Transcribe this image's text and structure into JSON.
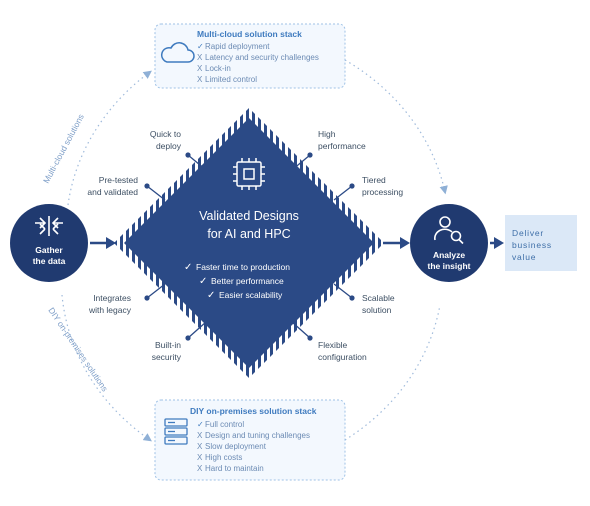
{
  "top_box": {
    "title": "Multi-cloud solution stack",
    "items": [
      {
        "mark": "✓",
        "text": "Rapid deployment"
      },
      {
        "mark": "X",
        "text": "Latency and security challenges"
      },
      {
        "mark": "X",
        "text": "Lock-in"
      },
      {
        "mark": "X",
        "text": "Limited control"
      }
    ],
    "icon": "cloud-icon"
  },
  "bottom_box": {
    "title": "DIY on-premises solution stack",
    "items": [
      {
        "mark": "✓",
        "text": "Full control"
      },
      {
        "mark": "X",
        "text": "Design and tuning challenges"
      },
      {
        "mark": "X",
        "text": "Slow deployment"
      },
      {
        "mark": "X",
        "text": "High costs"
      },
      {
        "mark": "X",
        "text": "Hard to maintain"
      }
    ],
    "icon": "server-stack-icon"
  },
  "left_node": {
    "line1": "Gather",
    "line2": "the data",
    "icon": "data-arrows-icon"
  },
  "right_node": {
    "line1": "Analyze",
    "line2": "the insight",
    "icon": "user-search-icon"
  },
  "result_box": {
    "line1": "Deliver",
    "line2": "business",
    "line3": "value"
  },
  "arc_labels": {
    "upper": "Multi-cloud solutions",
    "lower": "DIY on-premises solutions"
  },
  "chip": {
    "title_line1": "Validated Designs",
    "title_line2": "for AI and HPC",
    "icon": "processor-chip-icon",
    "benefits": [
      "Faster time to production",
      "Better performance",
      "Easier scalability"
    ]
  },
  "features_left": [
    {
      "line1": "Quick to",
      "line2": "deploy"
    },
    {
      "line1": "Pre-tested",
      "line2": "and validated"
    },
    {
      "line1": "Integrates",
      "line2": "with legacy"
    },
    {
      "line1": "Built-in",
      "line2": "security"
    }
  ],
  "features_right": [
    {
      "line1": "High",
      "line2": "performance"
    },
    {
      "line1": "Tiered",
      "line2": "processing"
    },
    {
      "line1": "Scalable",
      "line2": "solution"
    },
    {
      "line1": "Flexible",
      "line2": "configuration"
    }
  ],
  "colors": {
    "navy": "#203a70",
    "chip": "#2b4a86",
    "accent": "#3f7bbf",
    "light": "#dbe8f7",
    "text": "#3d4f63"
  }
}
